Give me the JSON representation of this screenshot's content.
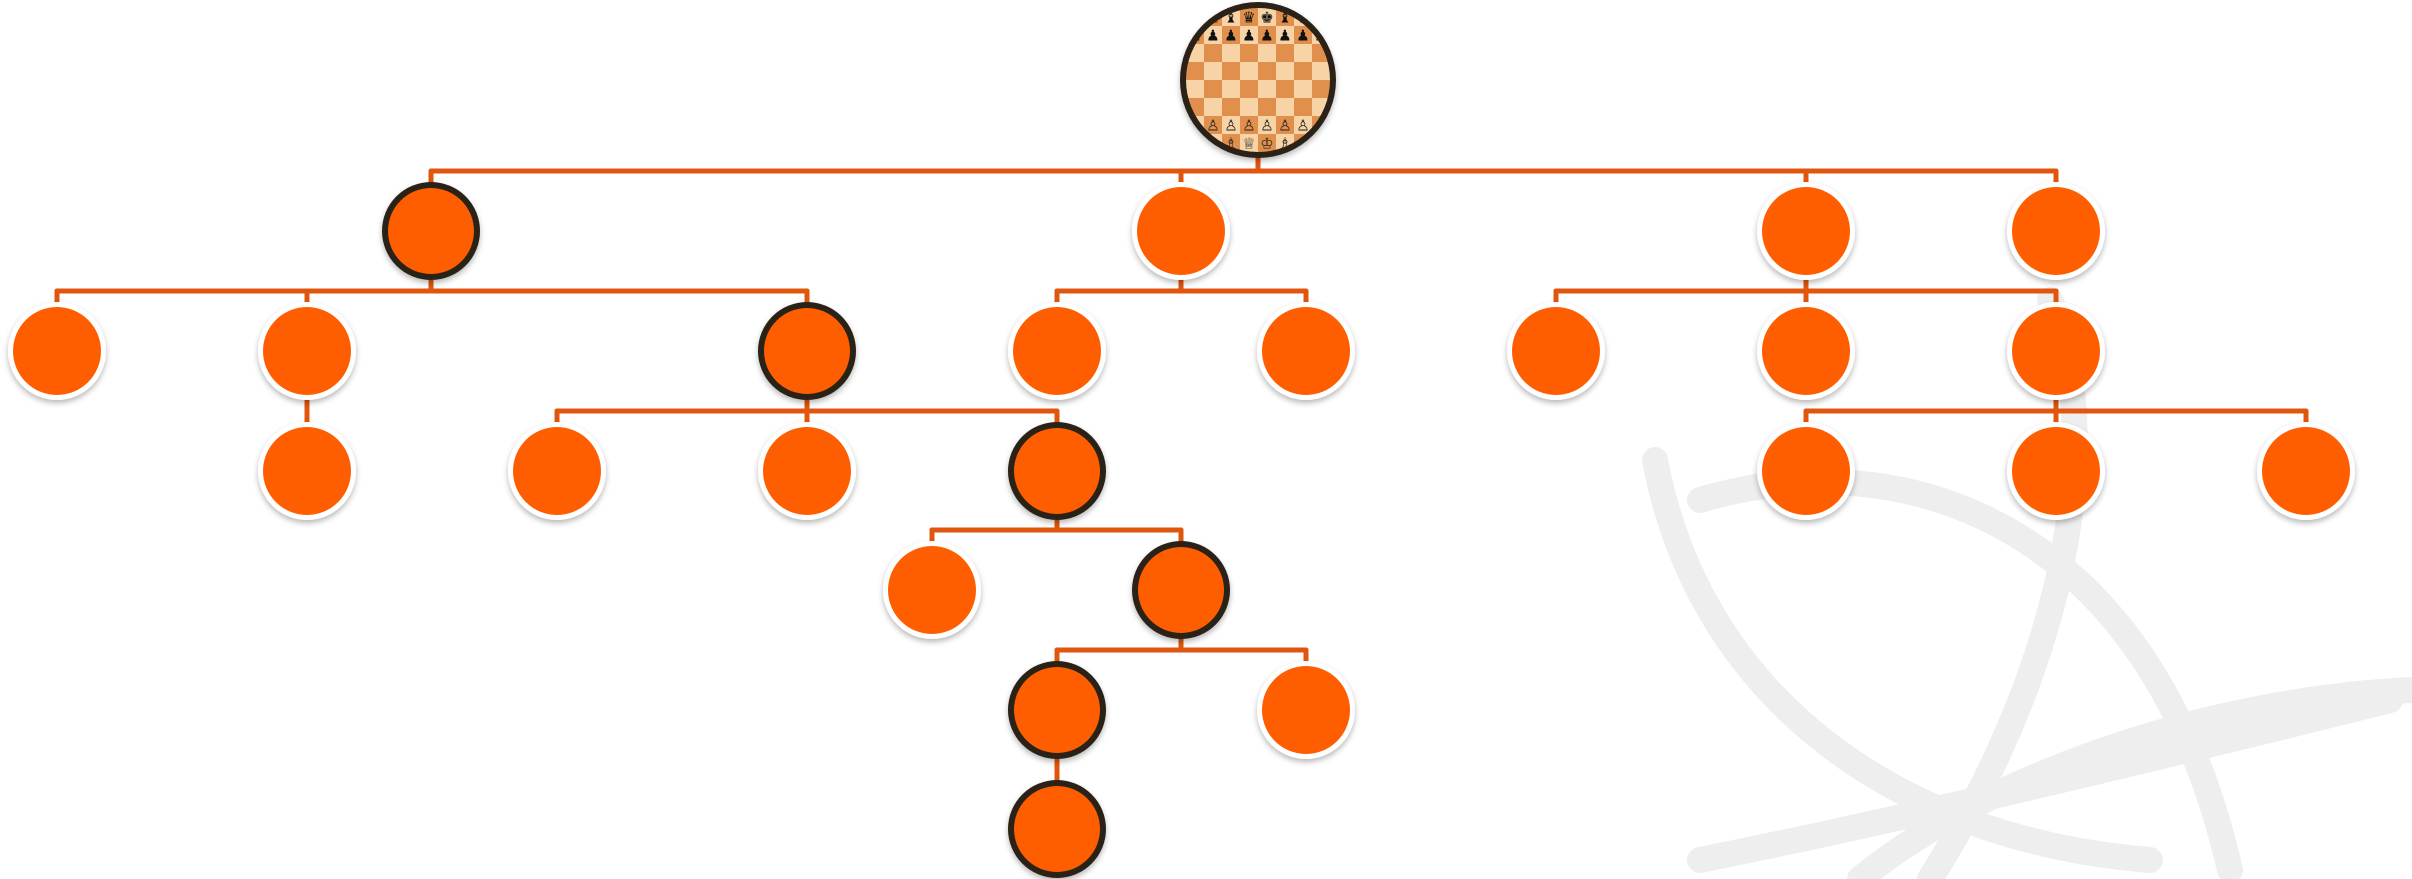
{
  "colors": {
    "node_fill": "#ff5e00",
    "edge": "#e0560e",
    "node_ring_default": "#ffffff",
    "node_ring_highlight": "#2b2018",
    "board_light": "#f7d3a6",
    "board_dark": "#e0904c",
    "watermark": "#eeeeee"
  },
  "tree": {
    "root": {
      "id": "root",
      "kind": "chess-board",
      "highlighted": true
    },
    "nodes": [
      {
        "id": "a",
        "parent": "root",
        "highlighted": true
      },
      {
        "id": "b",
        "parent": "root",
        "highlighted": false
      },
      {
        "id": "c",
        "parent": "root",
        "highlighted": false
      },
      {
        "id": "d",
        "parent": "root",
        "highlighted": false
      },
      {
        "id": "a1",
        "parent": "a",
        "highlighted": false
      },
      {
        "id": "a2",
        "parent": "a",
        "highlighted": false
      },
      {
        "id": "a3",
        "parent": "a",
        "highlighted": true
      },
      {
        "id": "b1",
        "parent": "b",
        "highlighted": false
      },
      {
        "id": "b2",
        "parent": "b",
        "highlighted": false
      },
      {
        "id": "c1",
        "parent": "c",
        "highlighted": false
      },
      {
        "id": "c2",
        "parent": "c",
        "highlighted": false
      },
      {
        "id": "c3",
        "parent": "c",
        "highlighted": false
      },
      {
        "id": "a2a",
        "parent": "a2",
        "highlighted": false
      },
      {
        "id": "a3a",
        "parent": "a3",
        "highlighted": false
      },
      {
        "id": "a3b",
        "parent": "a3",
        "highlighted": false
      },
      {
        "id": "a3c",
        "parent": "a3",
        "highlighted": true
      },
      {
        "id": "c3a",
        "parent": "c3",
        "highlighted": false
      },
      {
        "id": "c3b",
        "parent": "c3",
        "highlighted": false
      },
      {
        "id": "c3c",
        "parent": "c3",
        "highlighted": false
      },
      {
        "id": "e1",
        "parent": "a3c",
        "highlighted": false
      },
      {
        "id": "e2",
        "parent": "a3c",
        "highlighted": true
      },
      {
        "id": "f1",
        "parent": "e2",
        "highlighted": true
      },
      {
        "id": "f2",
        "parent": "e2",
        "highlighted": false
      },
      {
        "id": "g1",
        "parent": "f1",
        "highlighted": true
      }
    ]
  }
}
